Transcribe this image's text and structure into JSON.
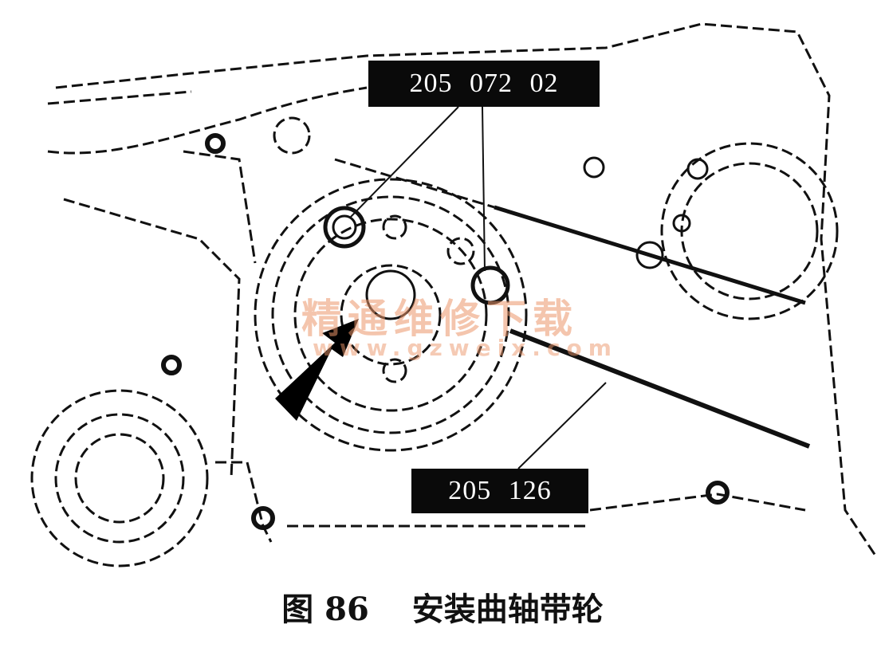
{
  "figure": {
    "callouts": {
      "tool_top": "205 072 02",
      "tool_bottom": "205 126"
    },
    "watermark": {
      "chinese": "精通维修下载",
      "url": "www.gzweix.com",
      "color": "#eb9669"
    },
    "caption": {
      "number": "图 86",
      "title": "安装曲轴带轮"
    },
    "icons": [
      "direction-arrow-icon"
    ]
  }
}
